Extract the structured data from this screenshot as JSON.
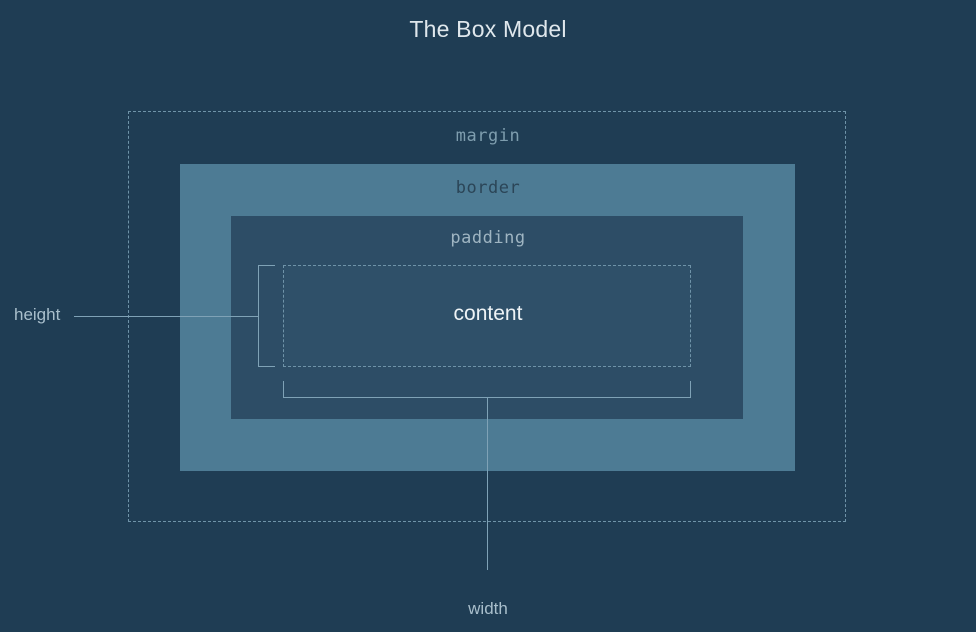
{
  "diagram": {
    "title": "The Box Model",
    "background_color": "#1f3d54",
    "regions": {
      "margin": {
        "label": "margin",
        "fill": "none",
        "outline": "#6f93a8",
        "outline_style": "dashed"
      },
      "border": {
        "label": "border",
        "fill": "#4d7b94",
        "outline": "none"
      },
      "padding": {
        "label": "padding",
        "fill": "#2d4d66",
        "outline": "none"
      },
      "content": {
        "label": "content",
        "fill": "#2f5069",
        "outline": "#6f93a8",
        "outline_style": "dashed"
      }
    },
    "dimensions": {
      "height_label": "height",
      "width_label": "width"
    },
    "accent_line_color": "#7fa2b6"
  }
}
